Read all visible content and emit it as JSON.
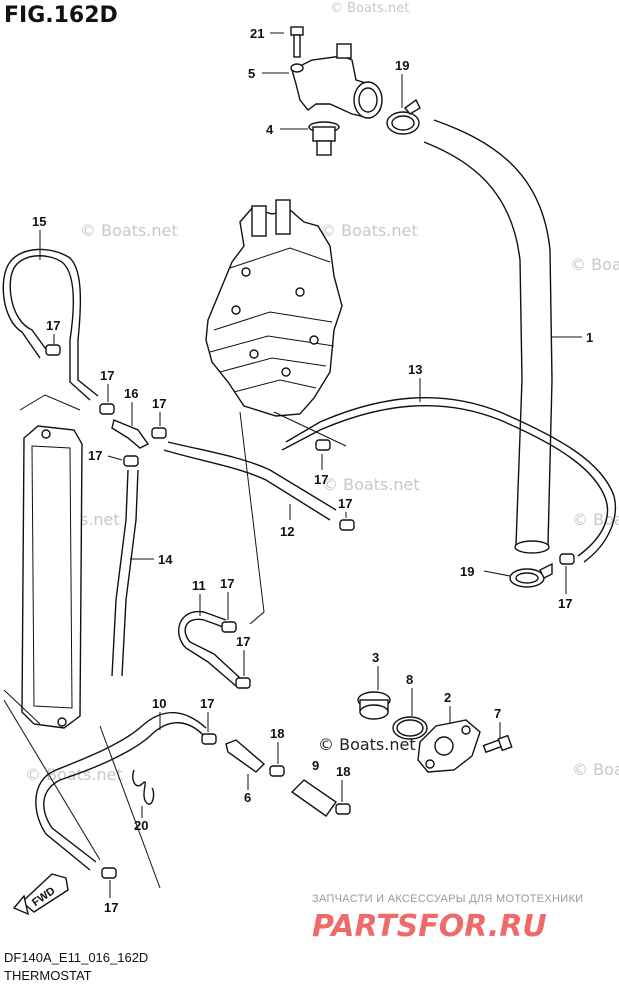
{
  "figure": {
    "title": "FIG.162D"
  },
  "footer": {
    "model_code": "DF140A_E11_016_162D",
    "section": "THERMOSTAT"
  },
  "watermarks": {
    "site": "© Boats.net"
  },
  "fwd_label": "FWD",
  "partsfor": {
    "tagline": "ЗАПЧАСТИ И АКСЕССУАРЫ ДЛЯ МОТОТЕХНИКИ",
    "logo": "PARTSFOR.RU"
  },
  "callouts": {
    "c21": "21",
    "c5": "5",
    "c19a": "19",
    "c4": "4",
    "c1": "1",
    "c15": "15",
    "c17a": "17",
    "c17b": "17",
    "c16": "16",
    "c17c": "17",
    "c17d": "17",
    "c13": "13",
    "c17e": "17",
    "c17f": "17",
    "c12": "12",
    "c14": "14",
    "c19b": "19",
    "c17g": "17",
    "c11": "11",
    "c17h": "17",
    "c17i": "17",
    "c3": "3",
    "c8": "8",
    "c2": "2",
    "c7": "7",
    "c10": "10",
    "c17j": "17",
    "c18a": "18",
    "c9": "9",
    "c18b": "18",
    "c6": "6",
    "c20": "20",
    "c17k": "17"
  }
}
